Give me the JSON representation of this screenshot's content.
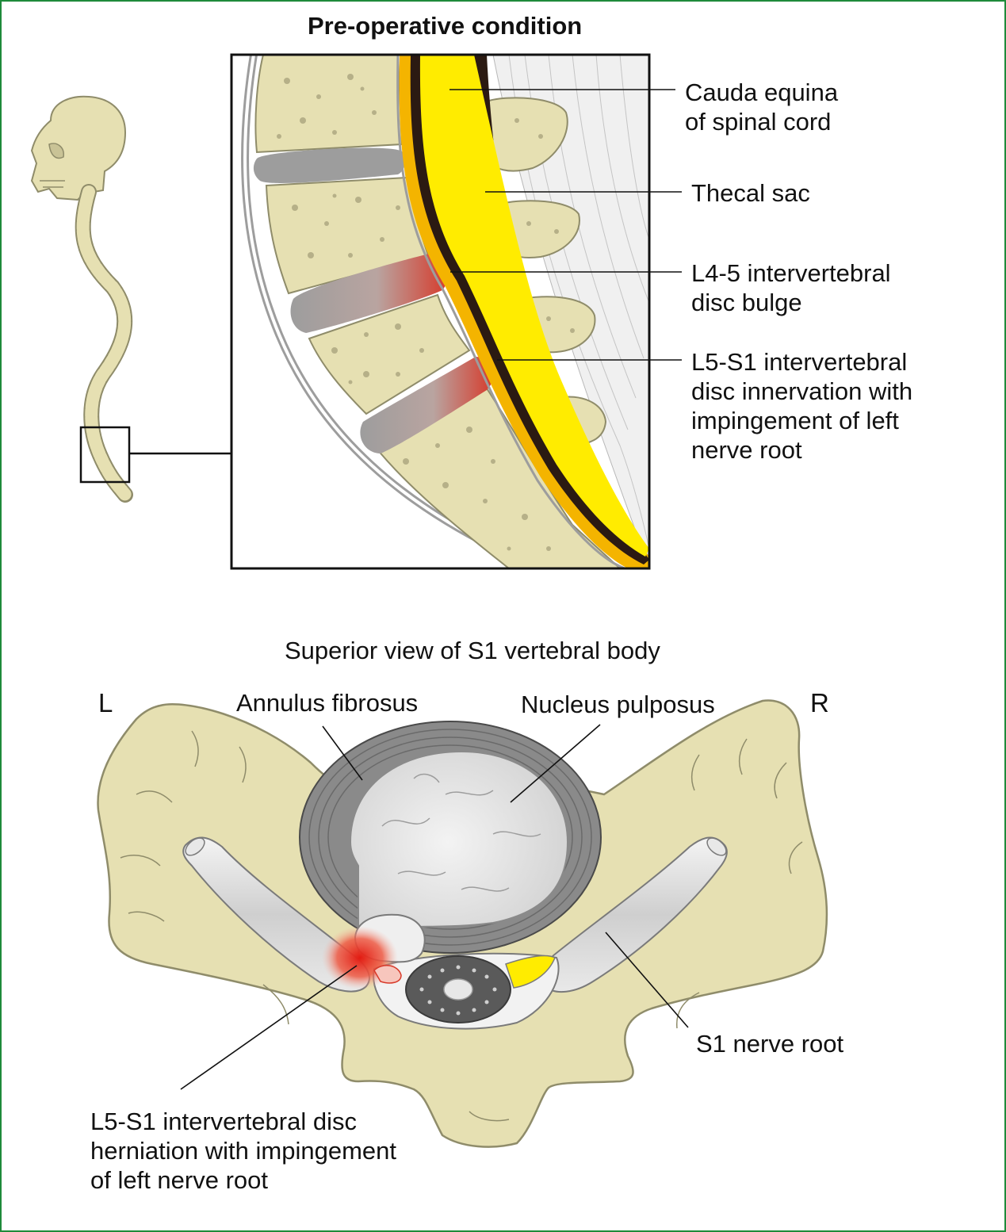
{
  "top_title": "Pre-operative condition",
  "top_labels": {
    "cauda_equina": [
      "Cauda equina",
      "of spinal cord"
    ],
    "thecal_sac": [
      "Thecal sac"
    ],
    "l45_bulge": [
      "L4-5 intervertebral",
      "disc bulge"
    ],
    "l5s1_innervation": [
      "L5-S1 intervertebral",
      "disc innervation with",
      "impingement of left",
      "nerve root"
    ]
  },
  "bottom_title": "Superior view of S1 vertebral body",
  "side_left": "L",
  "side_right": "R",
  "bottom_labels": {
    "annulus": "Annulus fibrosus",
    "nucleus": "Nucleus pulposus",
    "s1_root": "S1 nerve root",
    "herniation": [
      "L5-S1 intervertebral disc",
      "herniation with impingement",
      "of left nerve root"
    ]
  },
  "colors": {
    "bone": "#e6e0b2",
    "bone_outline": "#8f8c6a",
    "disc_gray": "#9d9d9d",
    "cord_yellow": "#ffec00",
    "sheath_orange": "#f4b400",
    "dark_brown": "#2b1a12",
    "inflamed_red": "#d83a2a",
    "frame_green": "#1e8a3a"
  }
}
